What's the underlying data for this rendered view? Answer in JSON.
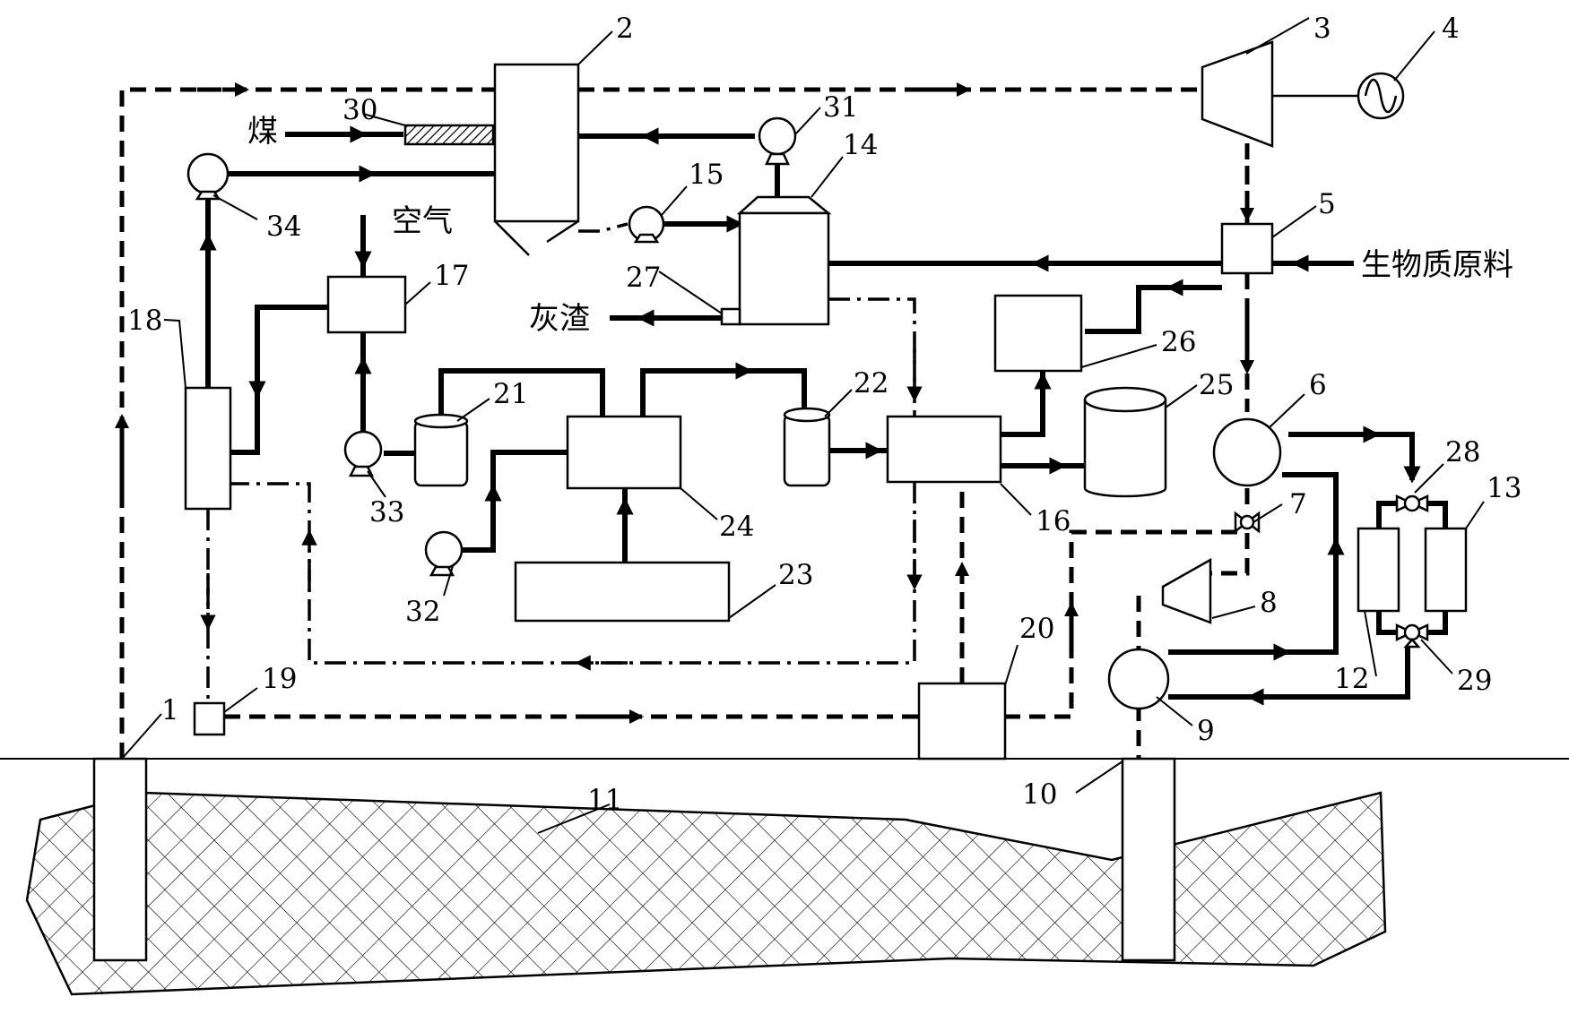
{
  "labels": {
    "coal": "煤",
    "air": "空气",
    "ash": "灰渣",
    "biomass": "生物质原料"
  },
  "numbers": [
    "1",
    "2",
    "3",
    "4",
    "5",
    "6",
    "7",
    "8",
    "9",
    "10",
    "11",
    "12",
    "13",
    "14",
    "15",
    "16",
    "17",
    "18",
    "19",
    "20",
    "21",
    "22",
    "23",
    "24",
    "25",
    "26",
    "27",
    "28",
    "29",
    "30",
    "31",
    "32",
    "33",
    "34"
  ]
}
